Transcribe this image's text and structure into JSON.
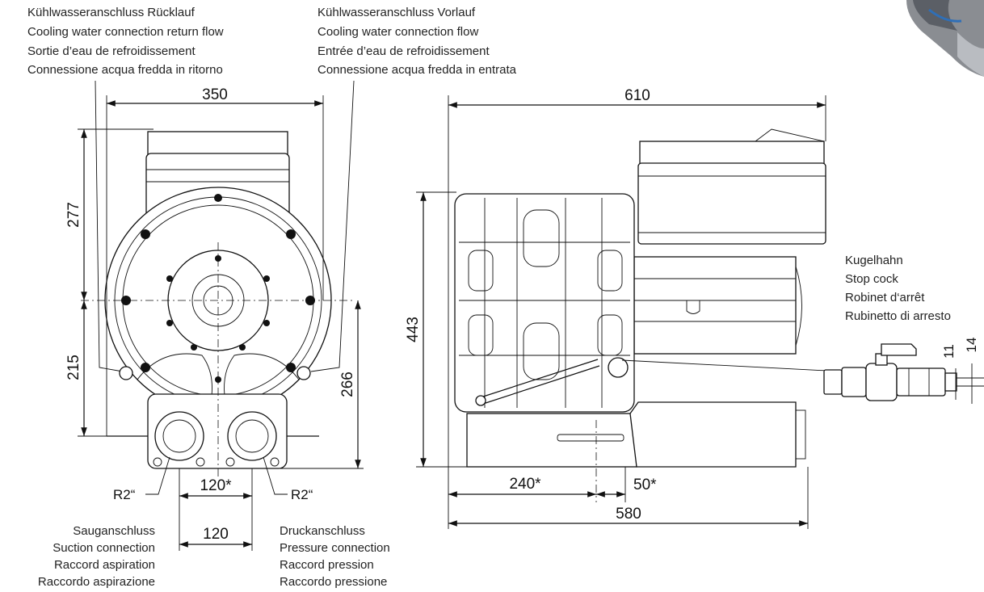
{
  "labels": {
    "return_flow": [
      "Kühlwasseranschluss Rücklauf",
      "Cooling water connection return flow",
      "Sortie d’eau de refroidissement",
      "Connessione acqua fredda in ritorno"
    ],
    "supply_flow": [
      "Kühlwasseranschluss Vorlauf",
      "Cooling water connection flow",
      "Entrée d’eau de refroidissement",
      "Connessione acqua fredda in entrata"
    ],
    "stop_cock": [
      "Kugelhahn",
      "Stop cock",
      "Robinet d‘arrêt",
      "Rubinetto di arresto"
    ],
    "suction": [
      "Sauganschluss",
      "Suction connection",
      "Raccord aspiration",
      "Raccordo aspirazione"
    ],
    "pressure": [
      "Druckanschluss",
      "Pressure connection",
      "Raccord pression",
      "Raccordo pressione"
    ]
  },
  "dimensions": {
    "front_width": "350",
    "side_width": "610",
    "front_upper_height": "277",
    "front_lower_height": "215",
    "front_port_height": "266",
    "side_height": "443",
    "port_spacing_star": "120*",
    "port_spacing": "120",
    "side_base_left": "240*",
    "side_base_right": "50*",
    "side_base_width": "580",
    "pipe_dia_11": "11",
    "pipe_dia_14": "14"
  },
  "thread": {
    "left": "R2“",
    "right": "R2“"
  }
}
